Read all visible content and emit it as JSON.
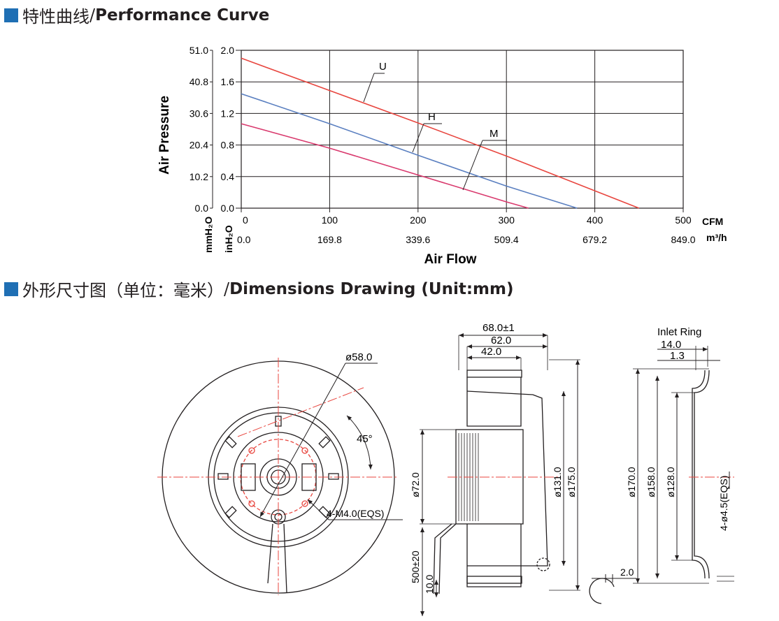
{
  "colors": {
    "accent": "#1f6fb4",
    "curve_u": "#e8463f",
    "curve_h": "#5a7fc0",
    "curve_m": "#d93a6e"
  },
  "headings": {
    "performance": {
      "cn": "特性曲线",
      "sep": "/",
      "en": "Performance Curve"
    },
    "dimensions": {
      "cn": "外形尺寸图（单位：毫米）",
      "sep": "/",
      "en": "Dimensions Drawing (Unit:mm)"
    }
  },
  "chart_data": {
    "type": "line",
    "xlabel": "Air Flow",
    "ylabel": "Air Pressure",
    "x_unit_primary": "CFM",
    "x_unit_secondary": "m³/h",
    "y_unit_primary": "inH₂O",
    "y_unit_secondary": "mmH₂O",
    "xlim": [
      0,
      500
    ],
    "ylim": [
      0,
      2.0
    ],
    "x_ticks": [
      "0",
      "100",
      "200",
      "300",
      "400",
      "500"
    ],
    "x_ticks_secondary": [
      "0.0",
      "169.8",
      "339.6",
      "509.4",
      "679.2",
      "849.0"
    ],
    "y_ticks": [
      "0.0",
      "0.4",
      "0.8",
      "1.2",
      "1.6",
      "2.0"
    ],
    "y_ticks_secondary": [
      "0.0",
      "10.2",
      "20.4",
      "30.6",
      "40.8",
      "51.0"
    ],
    "grid": true,
    "series": [
      {
        "name": "U",
        "x": [
          0,
          100,
          200,
          300,
          400,
          450
        ],
        "y": [
          1.9,
          1.49,
          1.08,
          0.66,
          0.22,
          0.0
        ]
      },
      {
        "name": "H",
        "x": [
          0,
          100,
          200,
          300,
          380
        ],
        "y": [
          1.45,
          1.07,
          0.67,
          0.28,
          0.0
        ]
      },
      {
        "name": "M",
        "x": [
          0,
          100,
          200,
          300,
          325
        ],
        "y": [
          1.07,
          0.76,
          0.42,
          0.08,
          0.0
        ]
      }
    ]
  },
  "drawing": {
    "front": {
      "d_hub": "ø58.0",
      "angle": "45°",
      "screws": "4-M4.0(EQS)"
    },
    "side": {
      "w_total": "68.0±1",
      "w_mid": "62.0",
      "w_hub": "42.0",
      "d_motor": "ø72.0",
      "d_131": "ø131.0",
      "d_175": "ø175.0",
      "cable": "500±20",
      "strip": "10.0"
    },
    "ring": {
      "title": "Inlet Ring",
      "w_140": "14.0",
      "w_13": "1.3",
      "d_170": "ø170.0",
      "d_158": "ø158.0",
      "d_128": "ø128.0",
      "holes": "4-ø4.5(EQS)",
      "t_20": "2.0"
    }
  }
}
